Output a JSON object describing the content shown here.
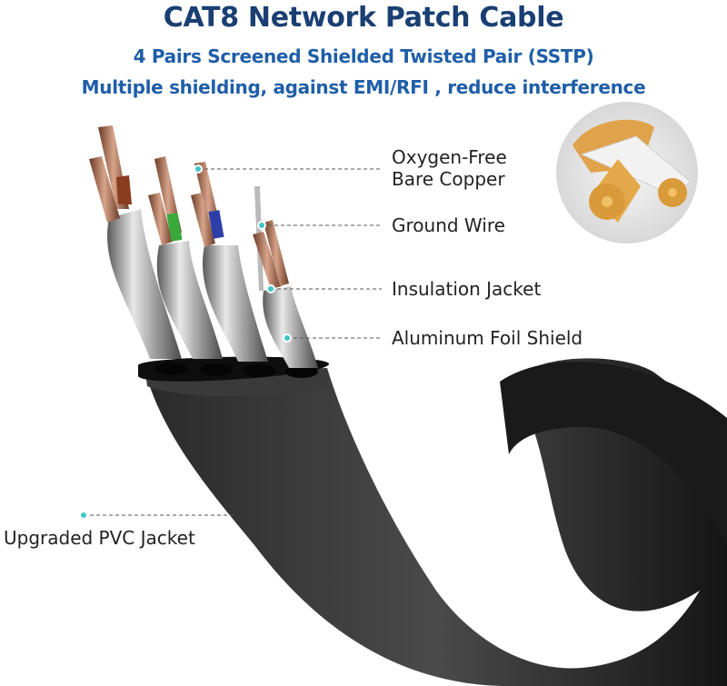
{
  "header": {
    "title": "CAT8 Network Patch Cable",
    "subtitle_line1": "4 Pairs Screened Shielded Twisted Pair (SSTP)",
    "subtitle_line2": "Multiple shielding, against EMI/RFI , reduce interference"
  },
  "callouts": {
    "copper": "Oxygen-Free\nBare Copper",
    "ground": "Ground Wire",
    "insulation": "Insulation Jacket",
    "foil": "Aluminum Foil Shield",
    "pvc": "Upgraded PVC  Jacket"
  },
  "colors": {
    "title": "#1a3f73",
    "subtitle": "#1f5ea8",
    "marker": "#3fc6c6",
    "jacket": "#1b1b1b",
    "copper": "#a86a4e"
  }
}
